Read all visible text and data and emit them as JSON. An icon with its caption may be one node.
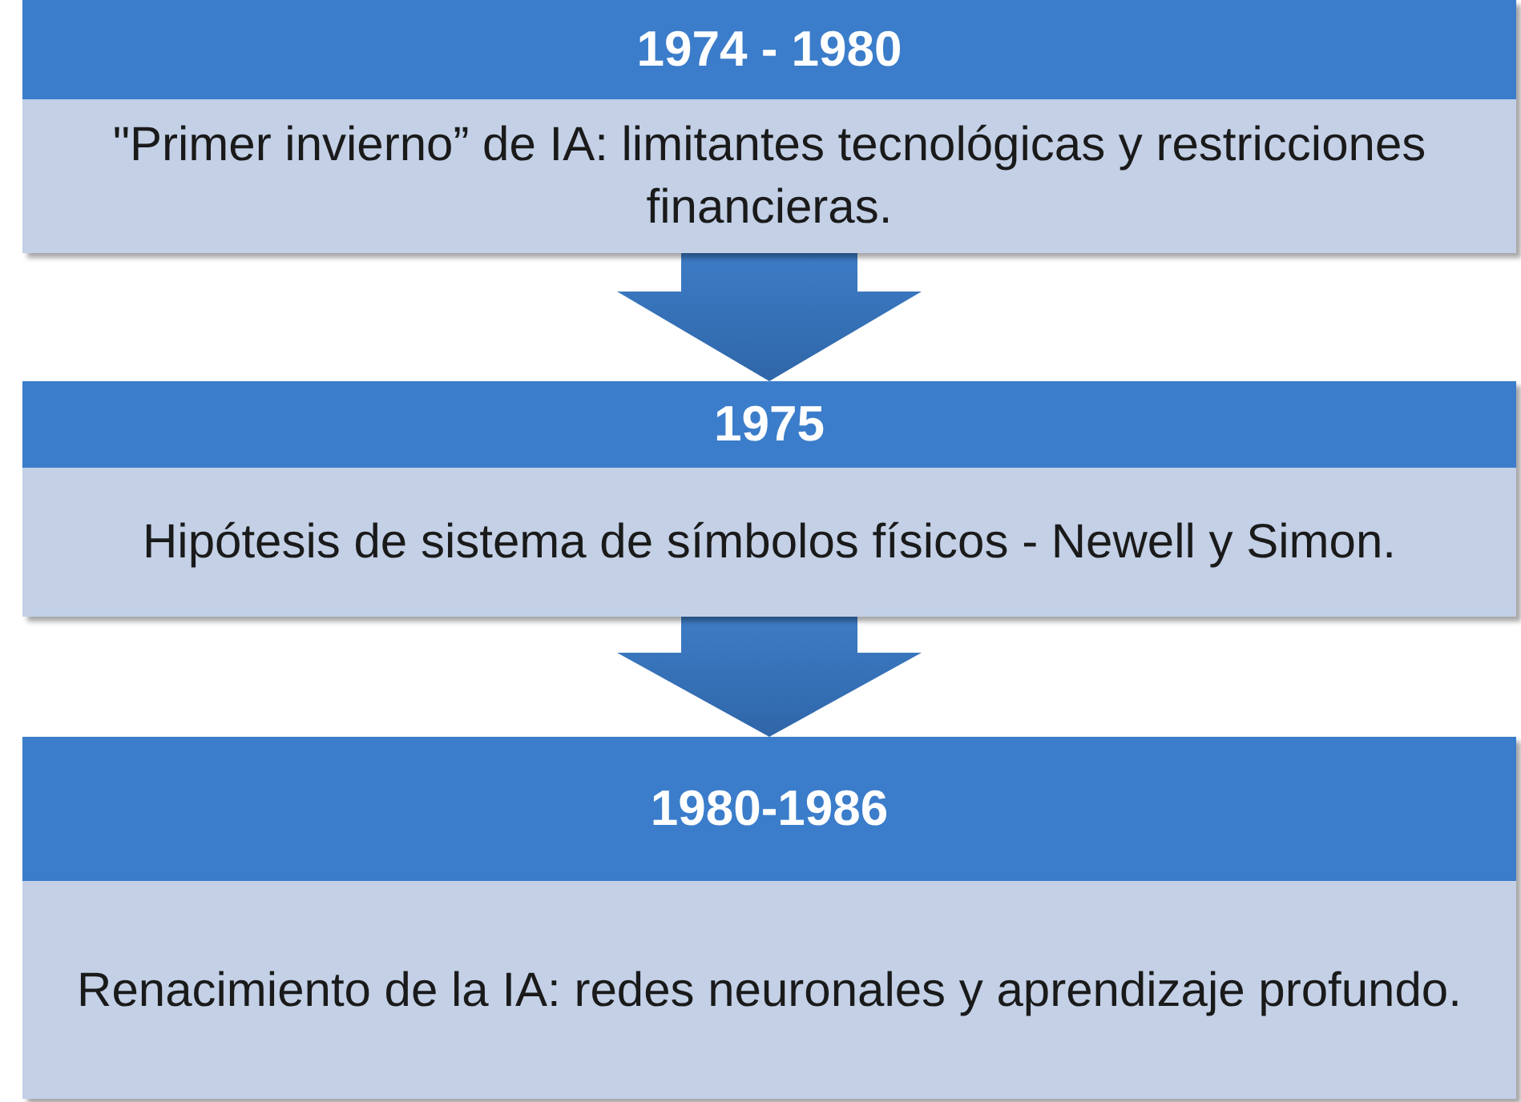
{
  "diagram": {
    "nodes": [
      {
        "text": [
          "1974 - 1980",
          "\"Primer invierno” de IA: limitantes tecnológicas y restricciones financieras."
        ]
      },
      {
        "text": [
          "1975",
          "Hipótesis de sistema de símbolos físicos - Newell y Simon."
        ]
      },
      {
        "text": [
          "1980-1986",
          "Renacimiento de la IA: redes neuronales y aprendizaje profundo."
        ]
      }
    ],
    "edges": [
      {
        "from": 0,
        "to": 1,
        "arrow": "to"
      },
      {
        "from": 1,
        "to": 2,
        "arrow": "to"
      }
    ]
  }
}
